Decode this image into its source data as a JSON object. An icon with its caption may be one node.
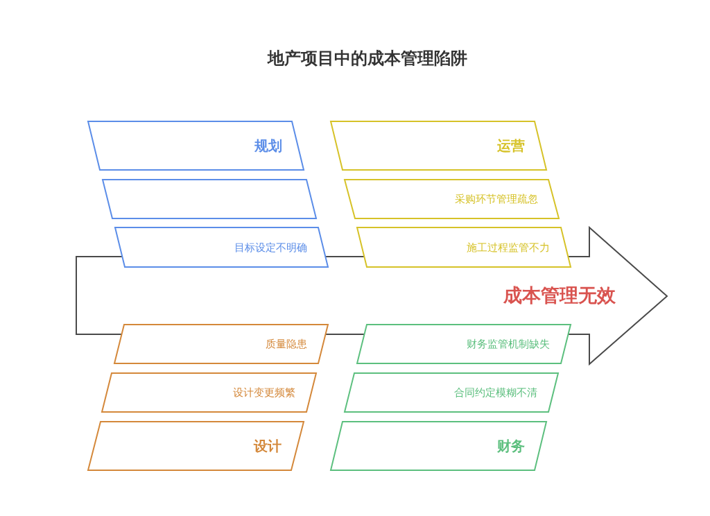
{
  "diagram": {
    "title": "地产项目中的成本管理陷阱",
    "nodes": [
      {
        "text": [
          "规划"
        ]
      },
      {
        "text": [
          "运营"
        ]
      },
      {
        "text": [],
        "shape": "parallelogram"
      },
      {
        "text": [
          "采购环节管理疏忽"
        ]
      },
      {
        "text": [
          "目标设定不明确"
        ]
      },
      {
        "text": [
          "施工过程监管不力"
        ]
      },
      {
        "text": [
          "成本管理无效"
        ]
      },
      {
        "text": [
          "质量隐患"
        ]
      },
      {
        "text": [
          "财务监管机制缺失"
        ]
      },
      {
        "text": [
          "设计变更频繁"
        ]
      },
      {
        "text": [
          "合同约定模糊不清"
        ]
      },
      {
        "text": [
          "设计"
        ]
      },
      {
        "text": [
          "财务"
        ]
      }
    ]
  }
}
